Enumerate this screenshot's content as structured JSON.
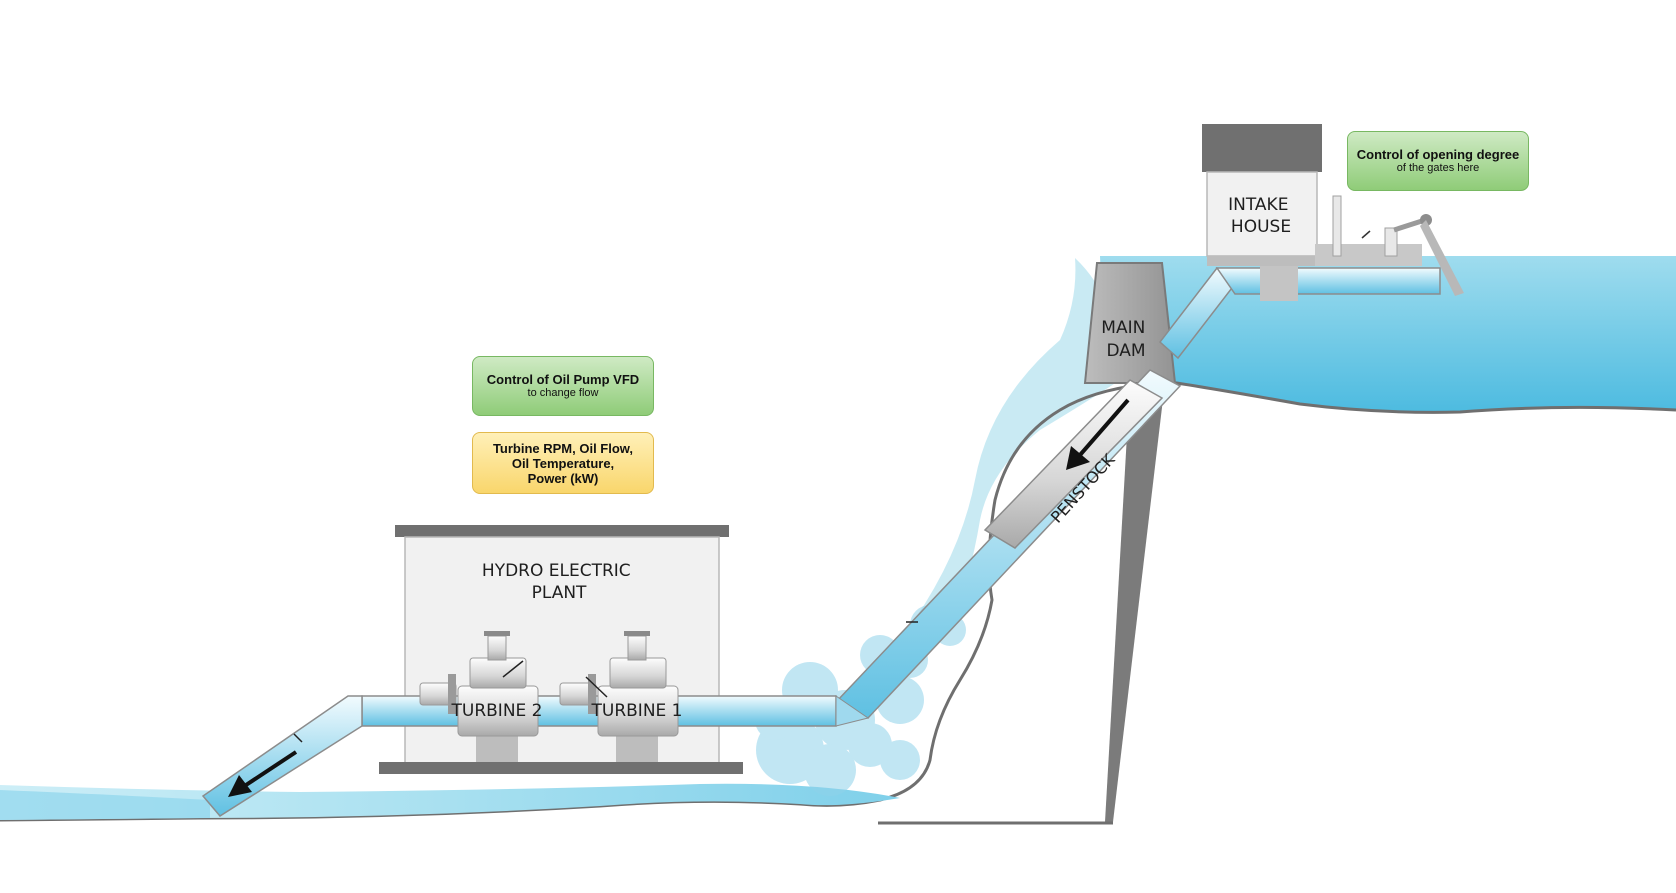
{
  "labels": {
    "intake_house": [
      "INTAKE",
      "HOUSE"
    ],
    "main_dam": [
      "MAIN",
      "DAM"
    ],
    "penstock": "PENSTOCK",
    "plant": [
      "HYDRO ELECTRIC",
      "PLANT"
    ],
    "turbine_1": "TURBINE 1",
    "turbine_2": "TURBINE 2"
  },
  "callouts": {
    "gates": {
      "title": "Control of opening degree",
      "sub": "of the gates here"
    },
    "oil_pump": {
      "title": "Control of Oil Pump VFD",
      "sub": "to change flow"
    },
    "readings": {
      "lines": [
        "Turbine RPM, Oil Flow,",
        "Oil Temperature,",
        "Power (kW)"
      ]
    }
  },
  "colors": {
    "water": "#5ec3e2",
    "water_light": "#bfe6f1",
    "terrain_outline": "#6f6f6f",
    "roof": "#707070",
    "building_fill": "#f1f1f1",
    "dam": "#a3a3a3",
    "callout_green": "#9fd488",
    "callout_yellow": "#fbdc7a"
  }
}
